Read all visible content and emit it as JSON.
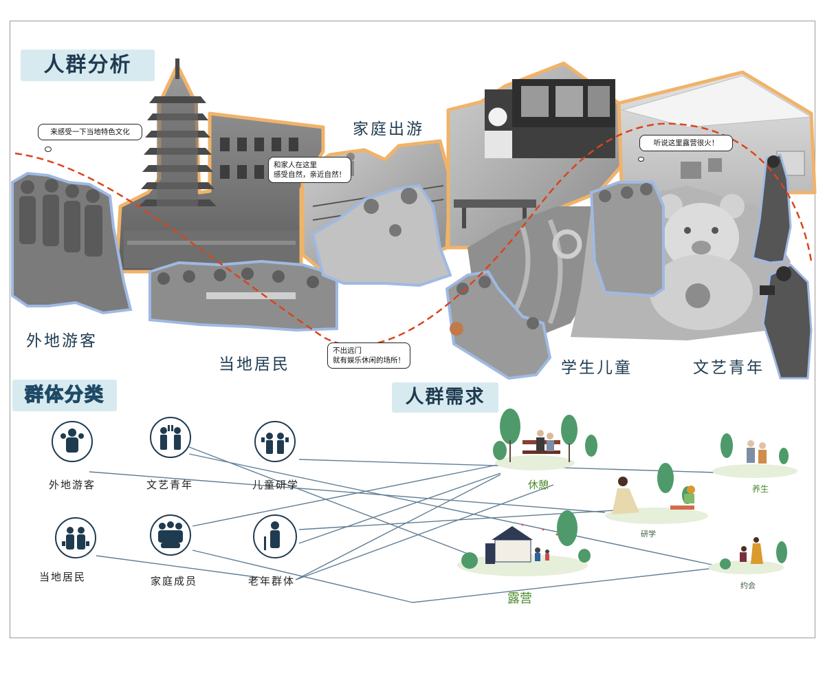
{
  "headings": {
    "crowd_analysis": "人群分析",
    "group_classification": "群体分类",
    "crowd_needs": "人群需求"
  },
  "scene_groups": [
    {
      "id": "outside",
      "label": "外地游客"
    },
    {
      "id": "local",
      "label": "当地居民"
    },
    {
      "id": "family",
      "label": "家庭出游"
    },
    {
      "id": "student",
      "label": "学生儿童"
    },
    {
      "id": "artsy",
      "label": "文艺青年"
    }
  ],
  "speech_bubbles": [
    {
      "id": "b1",
      "lines": [
        "来感受一下当地特色文化"
      ]
    },
    {
      "id": "b2",
      "lines": [
        "和家人在这里",
        "感受自然，亲近自然！"
      ]
    },
    {
      "id": "b3",
      "lines": [
        "不出远门",
        "就有娱乐休闲的场所！"
      ]
    },
    {
      "id": "b4",
      "lines": [
        "听说这里露营很火！"
      ]
    }
  ],
  "classification": [
    {
      "id": "c1",
      "label": "外地游客",
      "icon": "tourists-icon"
    },
    {
      "id": "c2",
      "label": "文艺青年",
      "icon": "cheers-icon"
    },
    {
      "id": "c3",
      "label": "儿童研学",
      "icon": "children-icon"
    },
    {
      "id": "c4",
      "label": "当地居民",
      "icon": "residents-icon"
    },
    {
      "id": "c5",
      "label": "家庭成员",
      "icon": "family-icon"
    },
    {
      "id": "c6",
      "label": "老年群体",
      "icon": "elderly-icon"
    }
  ],
  "needs": [
    {
      "id": "n1",
      "label": "休憩"
    },
    {
      "id": "n2",
      "label": "养生"
    },
    {
      "id": "n3",
      "label": "研学"
    },
    {
      "id": "n4",
      "label": "露营"
    },
    {
      "id": "n5",
      "label": "约会"
    }
  ],
  "colors": {
    "heading_bg": "#d7eaf0",
    "heading_text": "#1f3b50",
    "connector": "#5f7d94",
    "dashed_arc": "#d9441c",
    "photo_outline_orange": "#f0b36a",
    "photo_outline_blue": "#9fb9e2",
    "need_label": "#4c8a2e"
  }
}
